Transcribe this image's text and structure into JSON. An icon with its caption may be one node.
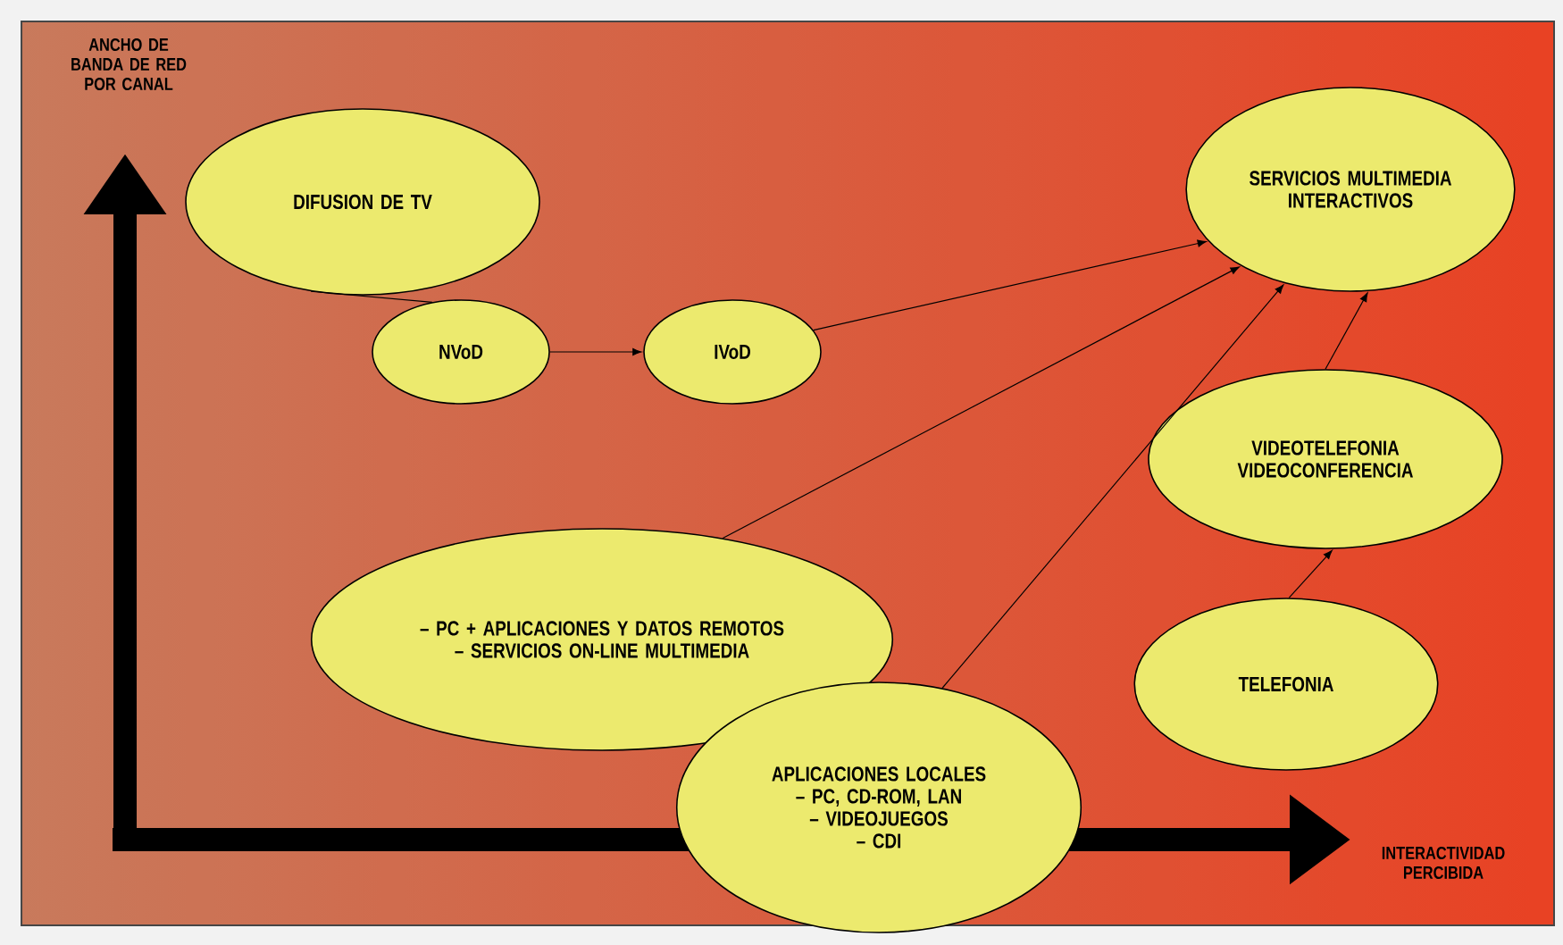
{
  "diagram": {
    "nodes": [
      {
        "text": [
          "DIFUSION DE TV"
        ]
      },
      {
        "text": [
          "NVoD"
        ]
      },
      {
        "text": [
          "IVoD"
        ]
      },
      {
        "text": [
          "SERVICIOS MULTIMEDIA INTERACTIVOS"
        ]
      },
      {
        "text": [
          "VIDEOTELEFONIA VIDEOCONFERENCIA"
        ]
      },
      {
        "text": [
          "– PC + APLICACIONES Y DATOS REMOTOS",
          "– SERVICIOS ON-LINE MULTIMEDIA"
        ]
      },
      {
        "text": [
          "APLICACIONES LOCALES",
          "– PC, CD-ROM, LAN",
          "– VIDEOJUEGOS",
          "– CDI"
        ]
      },
      {
        "text": [
          "TELEFONIA"
        ]
      }
    ],
    "edges": [
      {
        "from": 0,
        "to": 1,
        "arrow": "none"
      },
      {
        "from": 1,
        "to": 2,
        "arrow": "to"
      },
      {
        "from": 2,
        "to": 3,
        "arrow": "to"
      },
      {
        "from": 5,
        "to": 3,
        "arrow": "to"
      },
      {
        "from": 6,
        "to": 3,
        "arrow": "to"
      },
      {
        "from": 4,
        "to": 3,
        "arrow": "to"
      },
      {
        "from": 7,
        "to": 4,
        "arrow": "to"
      }
    ],
    "labels": [
      "ANCHO DE BANDA DE RED POR CANAL",
      "INTERACTIVIDAD PERCIBIDA"
    ]
  }
}
